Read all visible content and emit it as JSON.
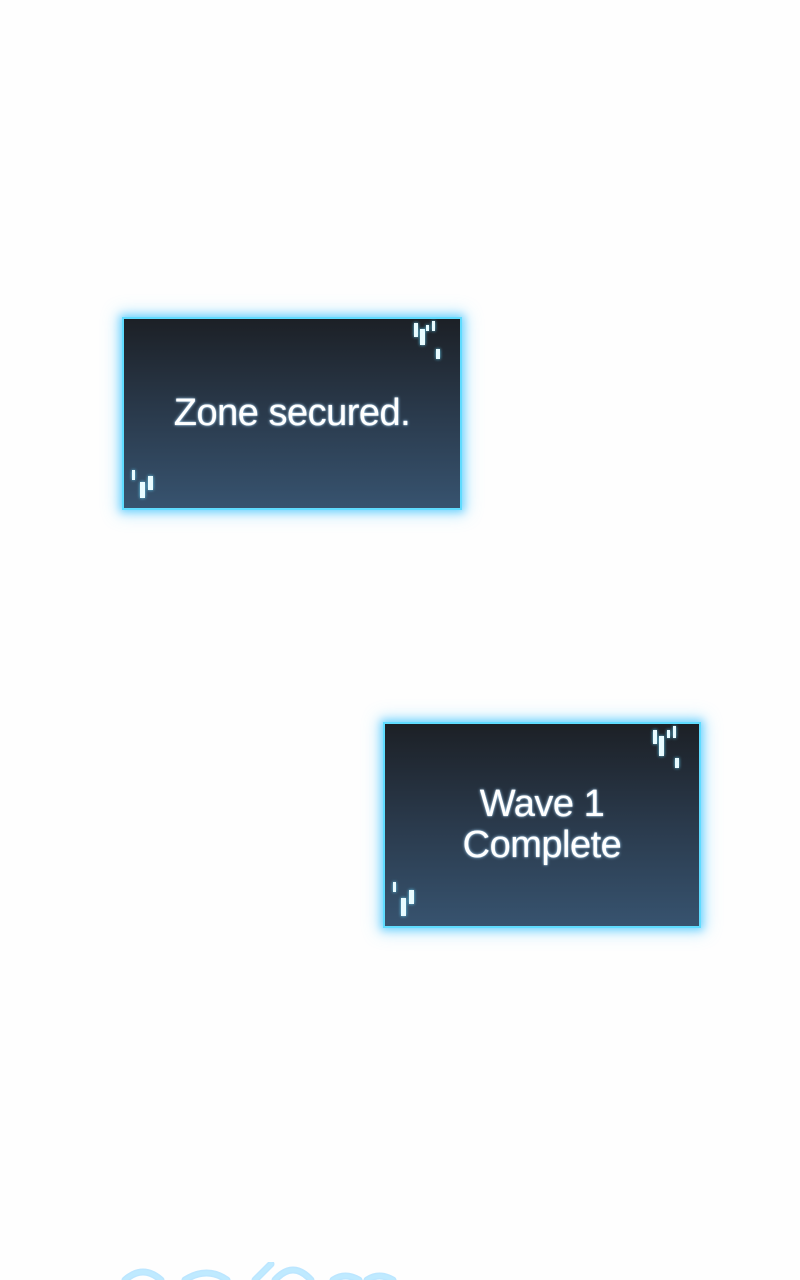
{
  "notifications": [
    {
      "text": "Zone secured."
    },
    {
      "text": "Wave 1\nComplete"
    }
  ],
  "colors": {
    "background": "#fefefe",
    "panel_border_glow": "#5fdcff",
    "panel_top": "#1c2026",
    "panel_bottom": "#37536f",
    "text": "#ffffff"
  },
  "icons": [
    "glitch-corner-icon",
    "glitch-corner-icon",
    "glitch-corner-icon",
    "glitch-corner-icon",
    "partial-glow-icon-row"
  ]
}
